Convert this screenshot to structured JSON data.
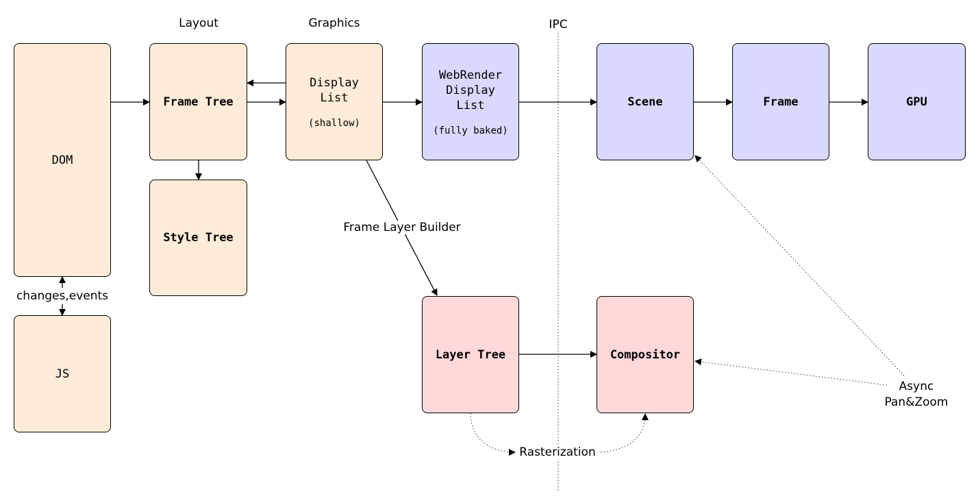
{
  "headers": {
    "layout": "Layout",
    "graphics": "Graphics",
    "ipc": "IPC"
  },
  "boxes": {
    "dom": "DOM",
    "js": "JS",
    "frame_tree": "Frame Tree",
    "style_tree": "Style Tree",
    "display_list": "Display\nList",
    "display_list_note": "(shallow)",
    "webrender_display_list": "WebRender\nDisplay\nList",
    "webrender_note": "(fully baked)",
    "scene": "Scene",
    "frame": "Frame",
    "gpu": "GPU",
    "layer_tree": "Layer Tree",
    "compositor": "Compositor"
  },
  "labels": {
    "changes_events": "changes,events",
    "frame_layer_builder": "Frame Layer Builder",
    "rasterization": "Rasterization",
    "async_line1": "Async",
    "async_line2": "Pan&Zoom"
  },
  "colors": {
    "peach": "#ffecd8",
    "lavender": "#d9d8fe",
    "pink": "#ffd9da",
    "stroke": "#000000",
    "dotted": "#555555"
  }
}
